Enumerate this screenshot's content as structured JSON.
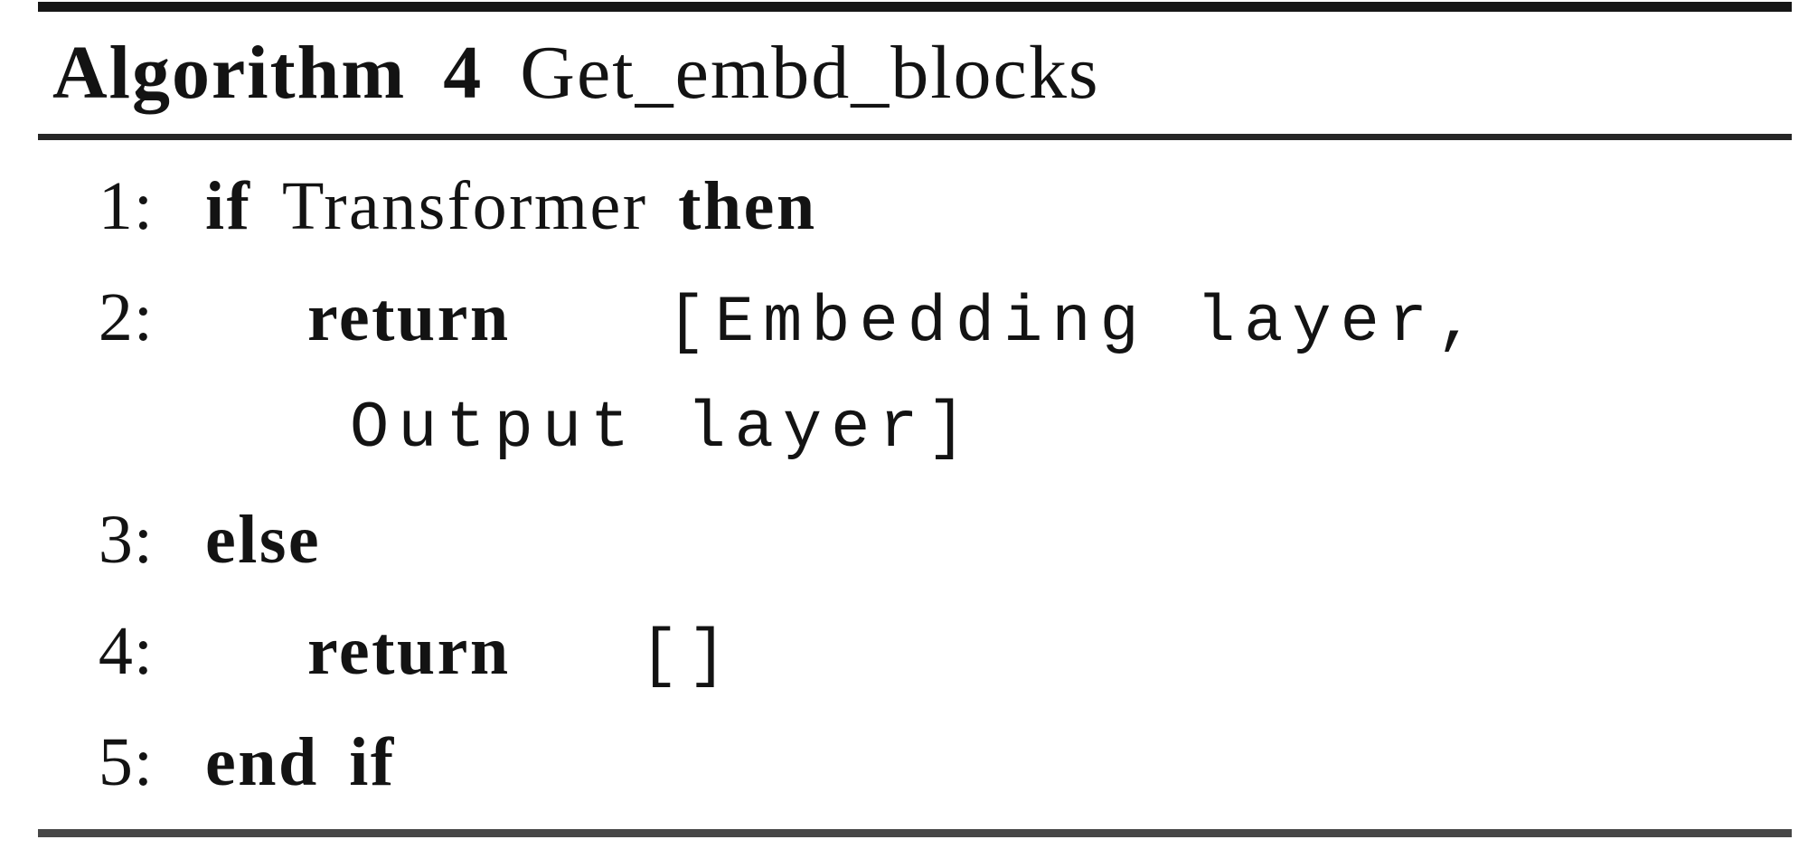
{
  "algorithm": {
    "kind": "pseudocode-float",
    "title": {
      "label": "Algorithm 4",
      "name": "Get_embd_blocks"
    },
    "lines": {
      "l1": {
        "num": "1:",
        "kw_if": "if",
        "condition": "Transformer",
        "kw_then": "then"
      },
      "l2": {
        "num": "2:",
        "kw_return": "return",
        "code": "[Embedding layer,"
      },
      "l2cont": {
        "code": "Output layer]"
      },
      "l3": {
        "num": "3:",
        "kw_else": "else"
      },
      "l4": {
        "num": "4:",
        "kw_return": "return",
        "code": "[]"
      },
      "l5": {
        "num": "5:",
        "kw_endif": "end if"
      }
    },
    "colors": {
      "text": "#131313",
      "rule_top": "#161616",
      "rule_mid": "#262626",
      "rule_bottom": "#474747",
      "background": "#ffffff"
    }
  }
}
